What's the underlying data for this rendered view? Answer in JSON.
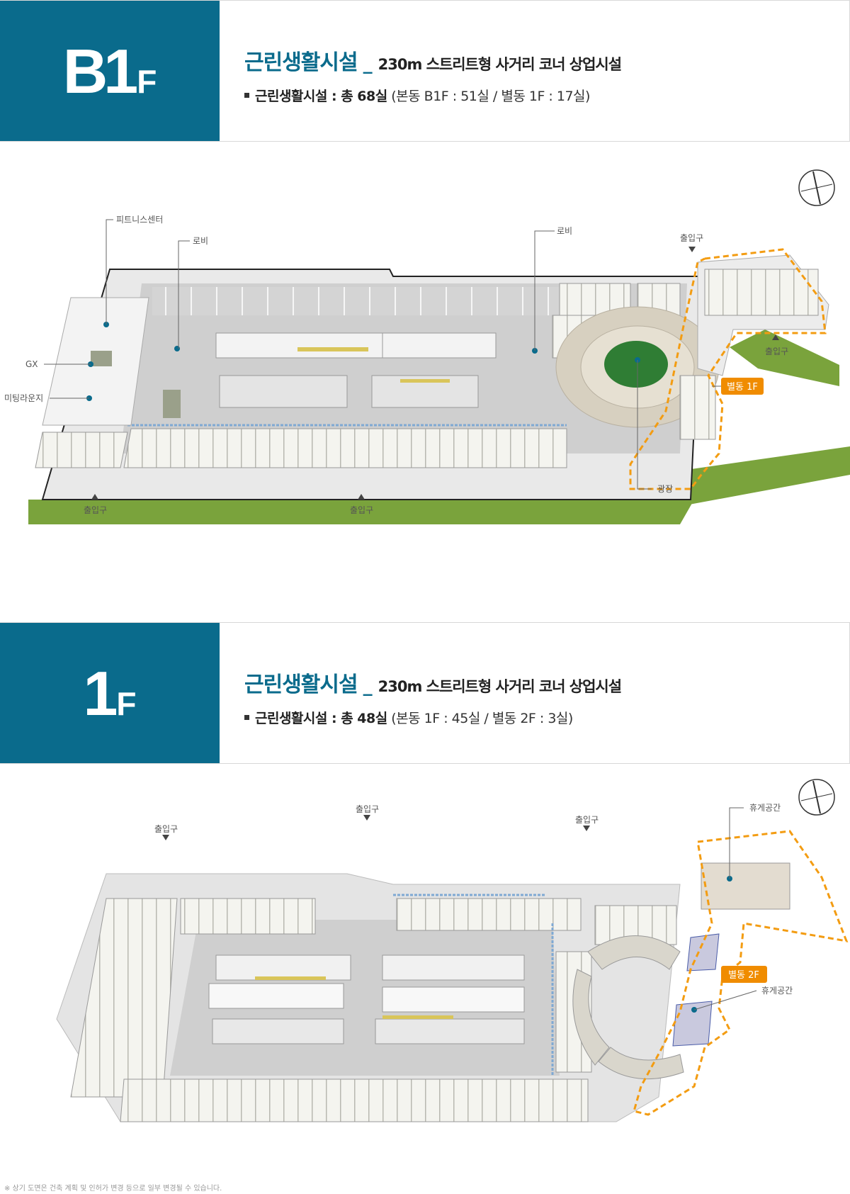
{
  "sections": [
    {
      "floor_main": "B1",
      "floor_sub": "F",
      "title": "근린생활시설",
      "separator": "_",
      "subtitle": "230m 스트리트형 사거리 코너 상업시설",
      "desc_lead": "근린생활시설 : 총 68실",
      "desc_detail": " (본동 B1F : 51실 / 별동 1F : 17실)",
      "labels": {
        "fitness": "피트니스센터",
        "lobby_left": "로비",
        "lobby_right": "로비",
        "entrance_top": "출입구",
        "entrance_right": "출입구",
        "gx": "GX",
        "meeting": "미팅라운지",
        "annex": "별동 1F",
        "plaza": "광장",
        "entrance_bottom_left": "출입구",
        "entrance_bottom_mid": "출입구"
      },
      "compass": "N"
    },
    {
      "floor_main": "1",
      "floor_sub": "F",
      "title": "근린생활시설",
      "separator": "_",
      "subtitle": "230m 스트리트형 사거리 코너 상업시설",
      "desc_lead": "근린생활시설 : 총 48실",
      "desc_detail": " (본동 1F : 45실 / 별동 2F : 3실)",
      "labels": {
        "entrance_left": "출입구",
        "entrance_mid": "출입구",
        "entrance_right": "출입구",
        "rest_top": "휴게공간",
        "rest_bottom": "휴게공간",
        "annex": "별동 2F"
      },
      "compass": "N"
    }
  ],
  "footnote": "※ 상기 도면은 건축 계획 및 인허가 변경 등으로 일부 변경될 수 있습니다.",
  "colors": {
    "brand": "#0a6b8c",
    "annex_badge": "#f08c00",
    "annex_outline": "#f39c12"
  }
}
